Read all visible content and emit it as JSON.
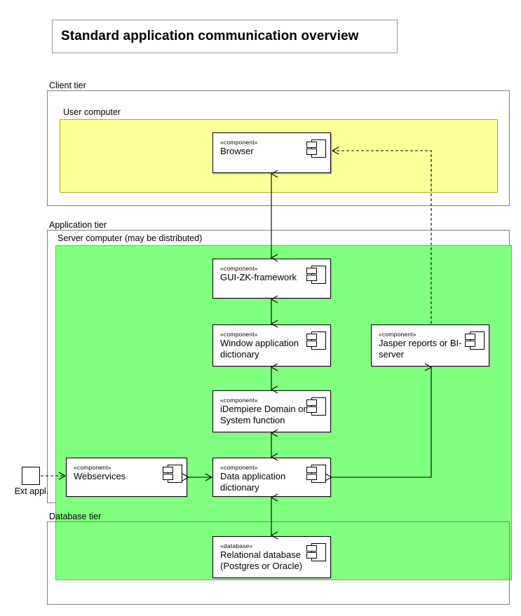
{
  "diagram": {
    "title": "Standard application communication overview",
    "type": "uml-component-diagram"
  },
  "tiers": [
    {
      "id": "client",
      "label": "Client tier"
    },
    {
      "id": "application",
      "label": "Application tier"
    },
    {
      "id": "database",
      "label": "Database tier"
    }
  ],
  "nodes": [
    {
      "id": "user-computer",
      "label": "User computer",
      "color": "#ffff99"
    },
    {
      "id": "server-computer",
      "label": "Server computer (may be distributed)",
      "color": "#80ff80"
    }
  ],
  "components": {
    "browser": {
      "stereotype": "«component»",
      "name_line1": "Browser",
      "name_line2": ""
    },
    "gui_zk": {
      "stereotype": "«component»",
      "name_line1": "GUI-ZK-framework",
      "name_line2": ""
    },
    "window_app": {
      "stereotype": "«component»",
      "name_line1": "Window application",
      "name_line2": "dictionary"
    },
    "idempiere": {
      "stereotype": "«component»",
      "name_line1": "iDempiere Domain or",
      "name_line2": "System function"
    },
    "jasper": {
      "stereotype": "«component»",
      "name_line1": "Jasper reports or BI-",
      "name_line2": "server"
    },
    "webservices": {
      "stereotype": "«component»",
      "name_line1": "Webservices",
      "name_line2": ""
    },
    "data_app": {
      "stereotype": "«component»",
      "name_line1": "Data application",
      "name_line2": "dictionary"
    },
    "relational_db": {
      "stereotype": "«database»",
      "name_line1": "Relational database",
      "name_line2": "(Postgres or Oracle)"
    }
  },
  "external": {
    "label": "Ext appl."
  },
  "connections": [
    {
      "from": "browser",
      "to": "gui_zk",
      "style": "solid",
      "arrows": "both"
    },
    {
      "from": "gui_zk",
      "to": "window_app",
      "style": "solid",
      "arrows": "both"
    },
    {
      "from": "window_app",
      "to": "idempiere",
      "style": "solid",
      "arrows": "both"
    },
    {
      "from": "idempiere",
      "to": "data_app",
      "style": "solid",
      "arrows": "both"
    },
    {
      "from": "webservices",
      "to": "data_app",
      "style": "solid",
      "arrows": "both"
    },
    {
      "from": "ext_appl",
      "to": "webservices",
      "style": "dashed",
      "arrows": "to"
    },
    {
      "from": "data_app",
      "to": "relational_db",
      "style": "solid",
      "arrows": "both"
    },
    {
      "from": "data_app",
      "to": "jasper",
      "style": "solid",
      "arrows": "both"
    },
    {
      "from": "jasper",
      "to": "browser",
      "style": "dashed",
      "arrows": "to"
    }
  ],
  "colors": {
    "client_tier_fill": "#ffff99",
    "server_fill": "#80ff80",
    "frame_stroke": "#808080",
    "component_stroke": "#000000",
    "background": "#ffffff"
  }
}
